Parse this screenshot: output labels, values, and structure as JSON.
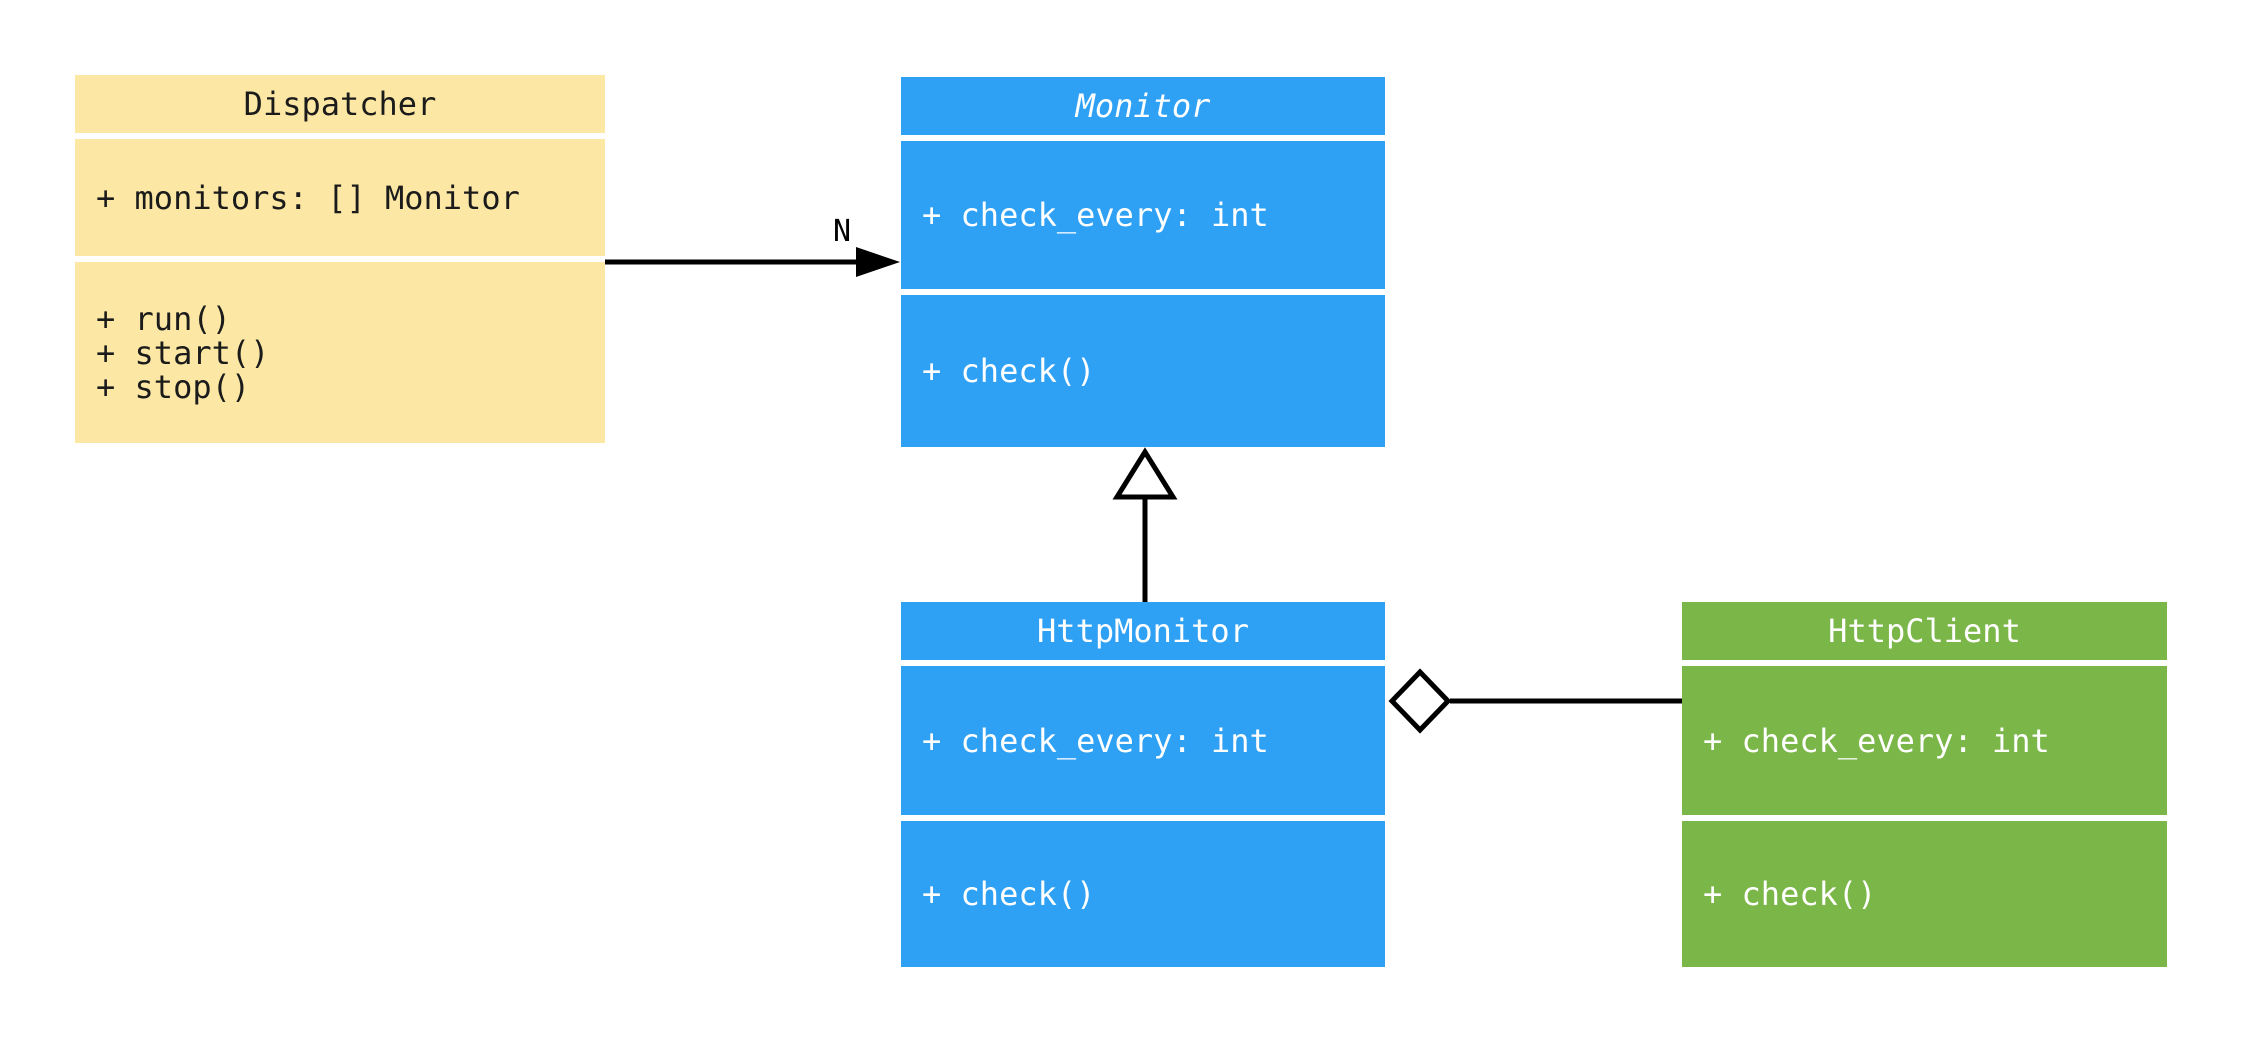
{
  "diagram": {
    "classes": {
      "dispatcher": {
        "title": "Dispatcher",
        "attributes": [
          "+ monitors: [] Monitor"
        ],
        "methods": [
          "+ run()",
          "+ start()",
          "+ stop()"
        ],
        "fill_color": "#FCE8A4",
        "text_color": "#1b1b1b"
      },
      "monitor": {
        "title": "Monitor",
        "abstract": true,
        "attributes": [
          "+ check_every: int"
        ],
        "methods": [
          "+ check()"
        ],
        "fill_color": "#2FA1F5",
        "text_color": "#ffffff"
      },
      "http_monitor": {
        "title": "HttpMonitor",
        "attributes": [
          "+ check_every: int"
        ],
        "methods": [
          "+ check()"
        ],
        "fill_color": "#2FA1F5",
        "text_color": "#ffffff"
      },
      "http_client": {
        "title": "HttpClient",
        "attributes": [
          "+ check_every: int"
        ],
        "methods": [
          "+ check()"
        ],
        "fill_color": "#7AB648",
        "text_color": "#ffffff"
      }
    },
    "relationships": {
      "association": {
        "from": "Dispatcher",
        "to": "Monitor",
        "label": "N",
        "arrow": "filled-arrowhead-icon"
      },
      "generalization": {
        "from": "HttpMonitor",
        "to": "Monitor",
        "arrow": "hollow-triangle-icon"
      },
      "aggregation": {
        "from": "HttpMonitor",
        "to": "HttpClient",
        "arrow": "hollow-diamond-icon"
      }
    },
    "line_color": "#000000",
    "background_color": "#ffffff"
  }
}
